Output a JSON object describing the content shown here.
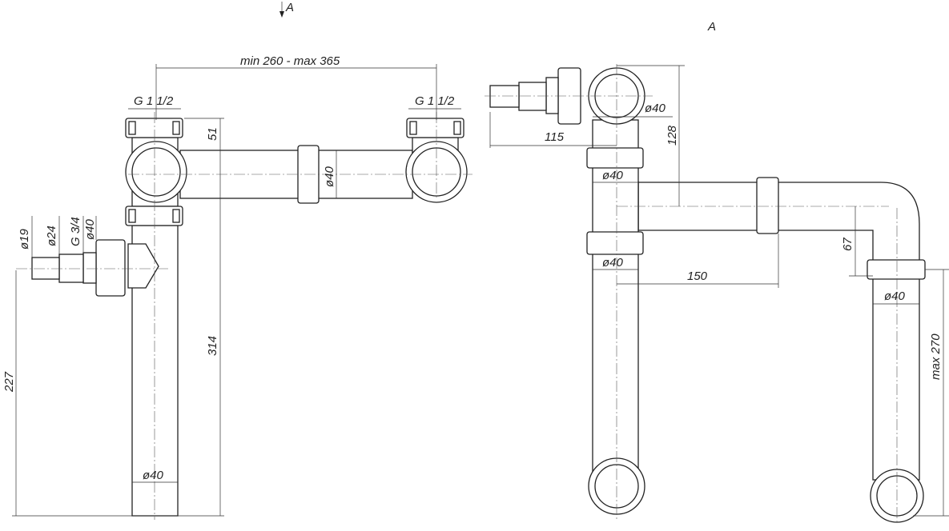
{
  "view_marker_top": "A",
  "view_label": "A",
  "left_view": {
    "span_dim": "min 260 - max 365",
    "thread_left": "G 1 1/2",
    "thread_right": "G 1 1/2",
    "dim_51": "51",
    "pipe_dia": "ø40",
    "hose_small": "ø19",
    "hose_large": "ø24",
    "thread_inlet": "G 3/4",
    "inlet_dia": "ø40",
    "height_314": "314",
    "height_227": "227",
    "outlet_dia": "ø40"
  },
  "right_view": {
    "dim_115": "115",
    "elbow_dia": "ø40",
    "dim_128": "128",
    "upper_dia": "ø40",
    "lower_dia": "ø40",
    "dim_150": "150",
    "dim_67": "67",
    "riser_dia": "ø40",
    "max_270": "max 270"
  }
}
